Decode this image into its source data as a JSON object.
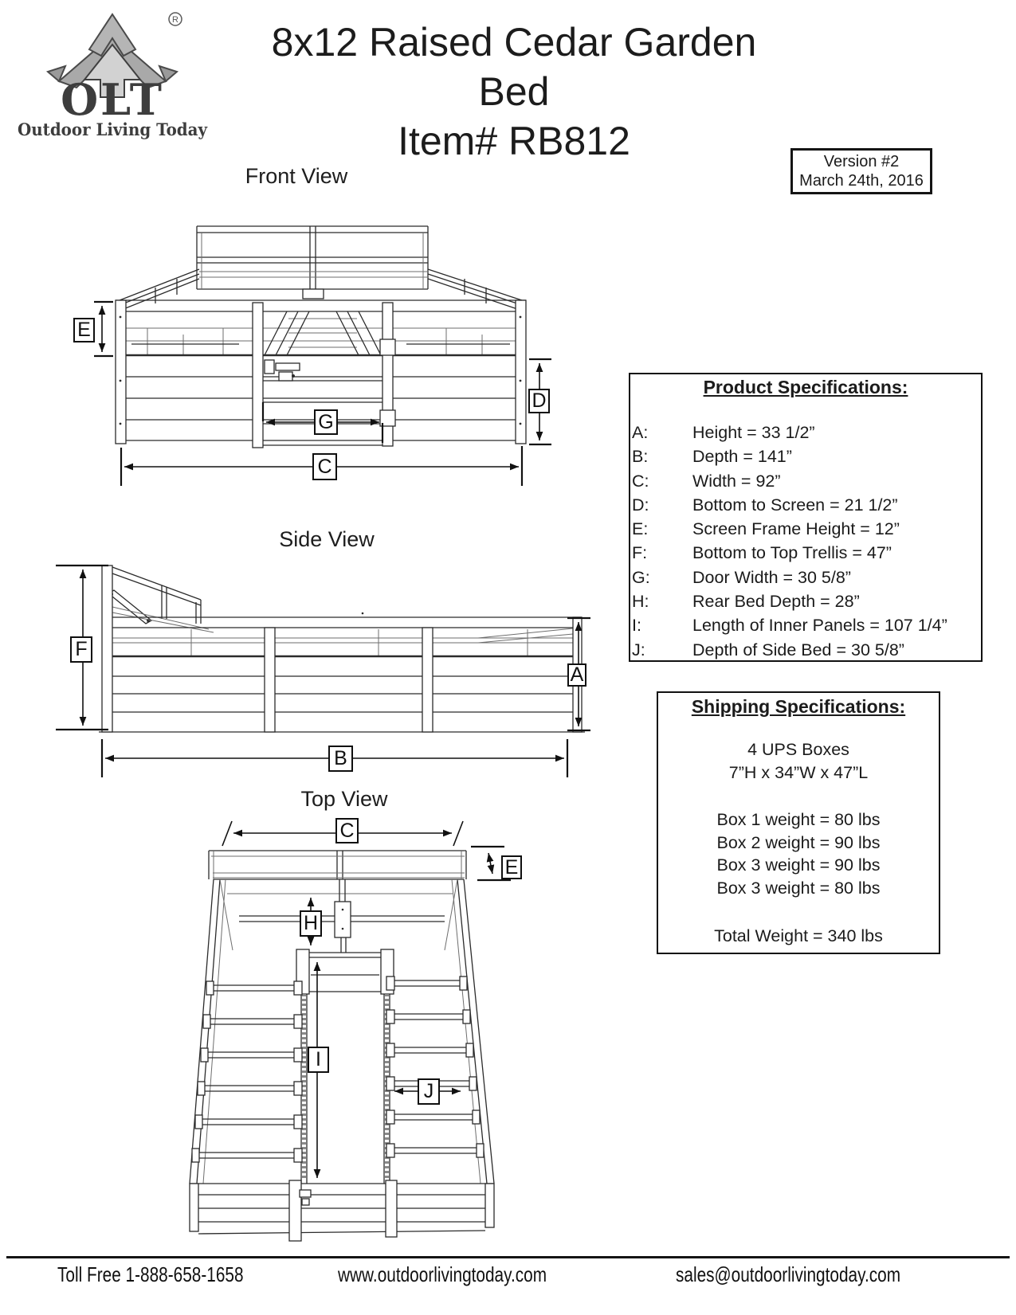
{
  "header": {
    "logo": {
      "brand": "OLT",
      "tagline": "Outdoor Living Today",
      "registered": "R"
    },
    "title_line1": "8x12 Raised Cedar Garden Bed",
    "title_line2": "Item# RB812",
    "version_line1": "Version #2",
    "version_line2": "March 24th, 2016"
  },
  "views": {
    "front": {
      "title": "Front View",
      "labels": {
        "e": "E",
        "d": "D",
        "g": "G",
        "c": "C"
      }
    },
    "side": {
      "title": "Side View",
      "labels": {
        "f": "F",
        "a": "A",
        "b": "B"
      }
    },
    "top": {
      "title": "Top View",
      "labels": {
        "c": "C",
        "e": "E",
        "h": "H",
        "i": "I",
        "j": "J"
      }
    }
  },
  "product_specs": {
    "title": "Product Specifications:",
    "items": [
      {
        "letter": "A:",
        "text": "Height = 33 1/2”"
      },
      {
        "letter": "B:",
        "text": "Depth = 141”"
      },
      {
        "letter": "C:",
        "text": "Width = 92”"
      },
      {
        "letter": "D:",
        "text": "Bottom to Screen = 21 1/2”"
      },
      {
        "letter": "E:",
        "text": "Screen Frame Height = 12”"
      },
      {
        "letter": "F:",
        "text": "Bottom to Top Trellis = 47”"
      },
      {
        "letter": "G:",
        "text": "Door Width = 30 5/8”"
      },
      {
        "letter": "H:",
        "text": "Rear Bed Depth = 28”"
      },
      {
        "letter": "I:",
        "text": "Length of Inner Panels = 107 1/4”"
      },
      {
        "letter": "J:",
        "text": "Depth of Side Bed = 30 5/8”"
      }
    ]
  },
  "shipping_specs": {
    "title": "Shipping Specifications:",
    "box_count_line": "4 UPS Boxes",
    "box_dimensions_line": "7”H x 34”W x 47”L",
    "box_weights": [
      "Box 1 weight = 80 lbs",
      "Box 2 weight = 90 lbs",
      "Box 3 weight = 90 lbs",
      "Box 3 weight = 80 lbs"
    ],
    "total_weight": "Total Weight = 340 lbs"
  },
  "footer": {
    "phone": "Toll Free 1-888-658-1658",
    "website": "www.outdoorlivingtoday.com",
    "email": "sales@outdoorlivingtoday.com"
  }
}
